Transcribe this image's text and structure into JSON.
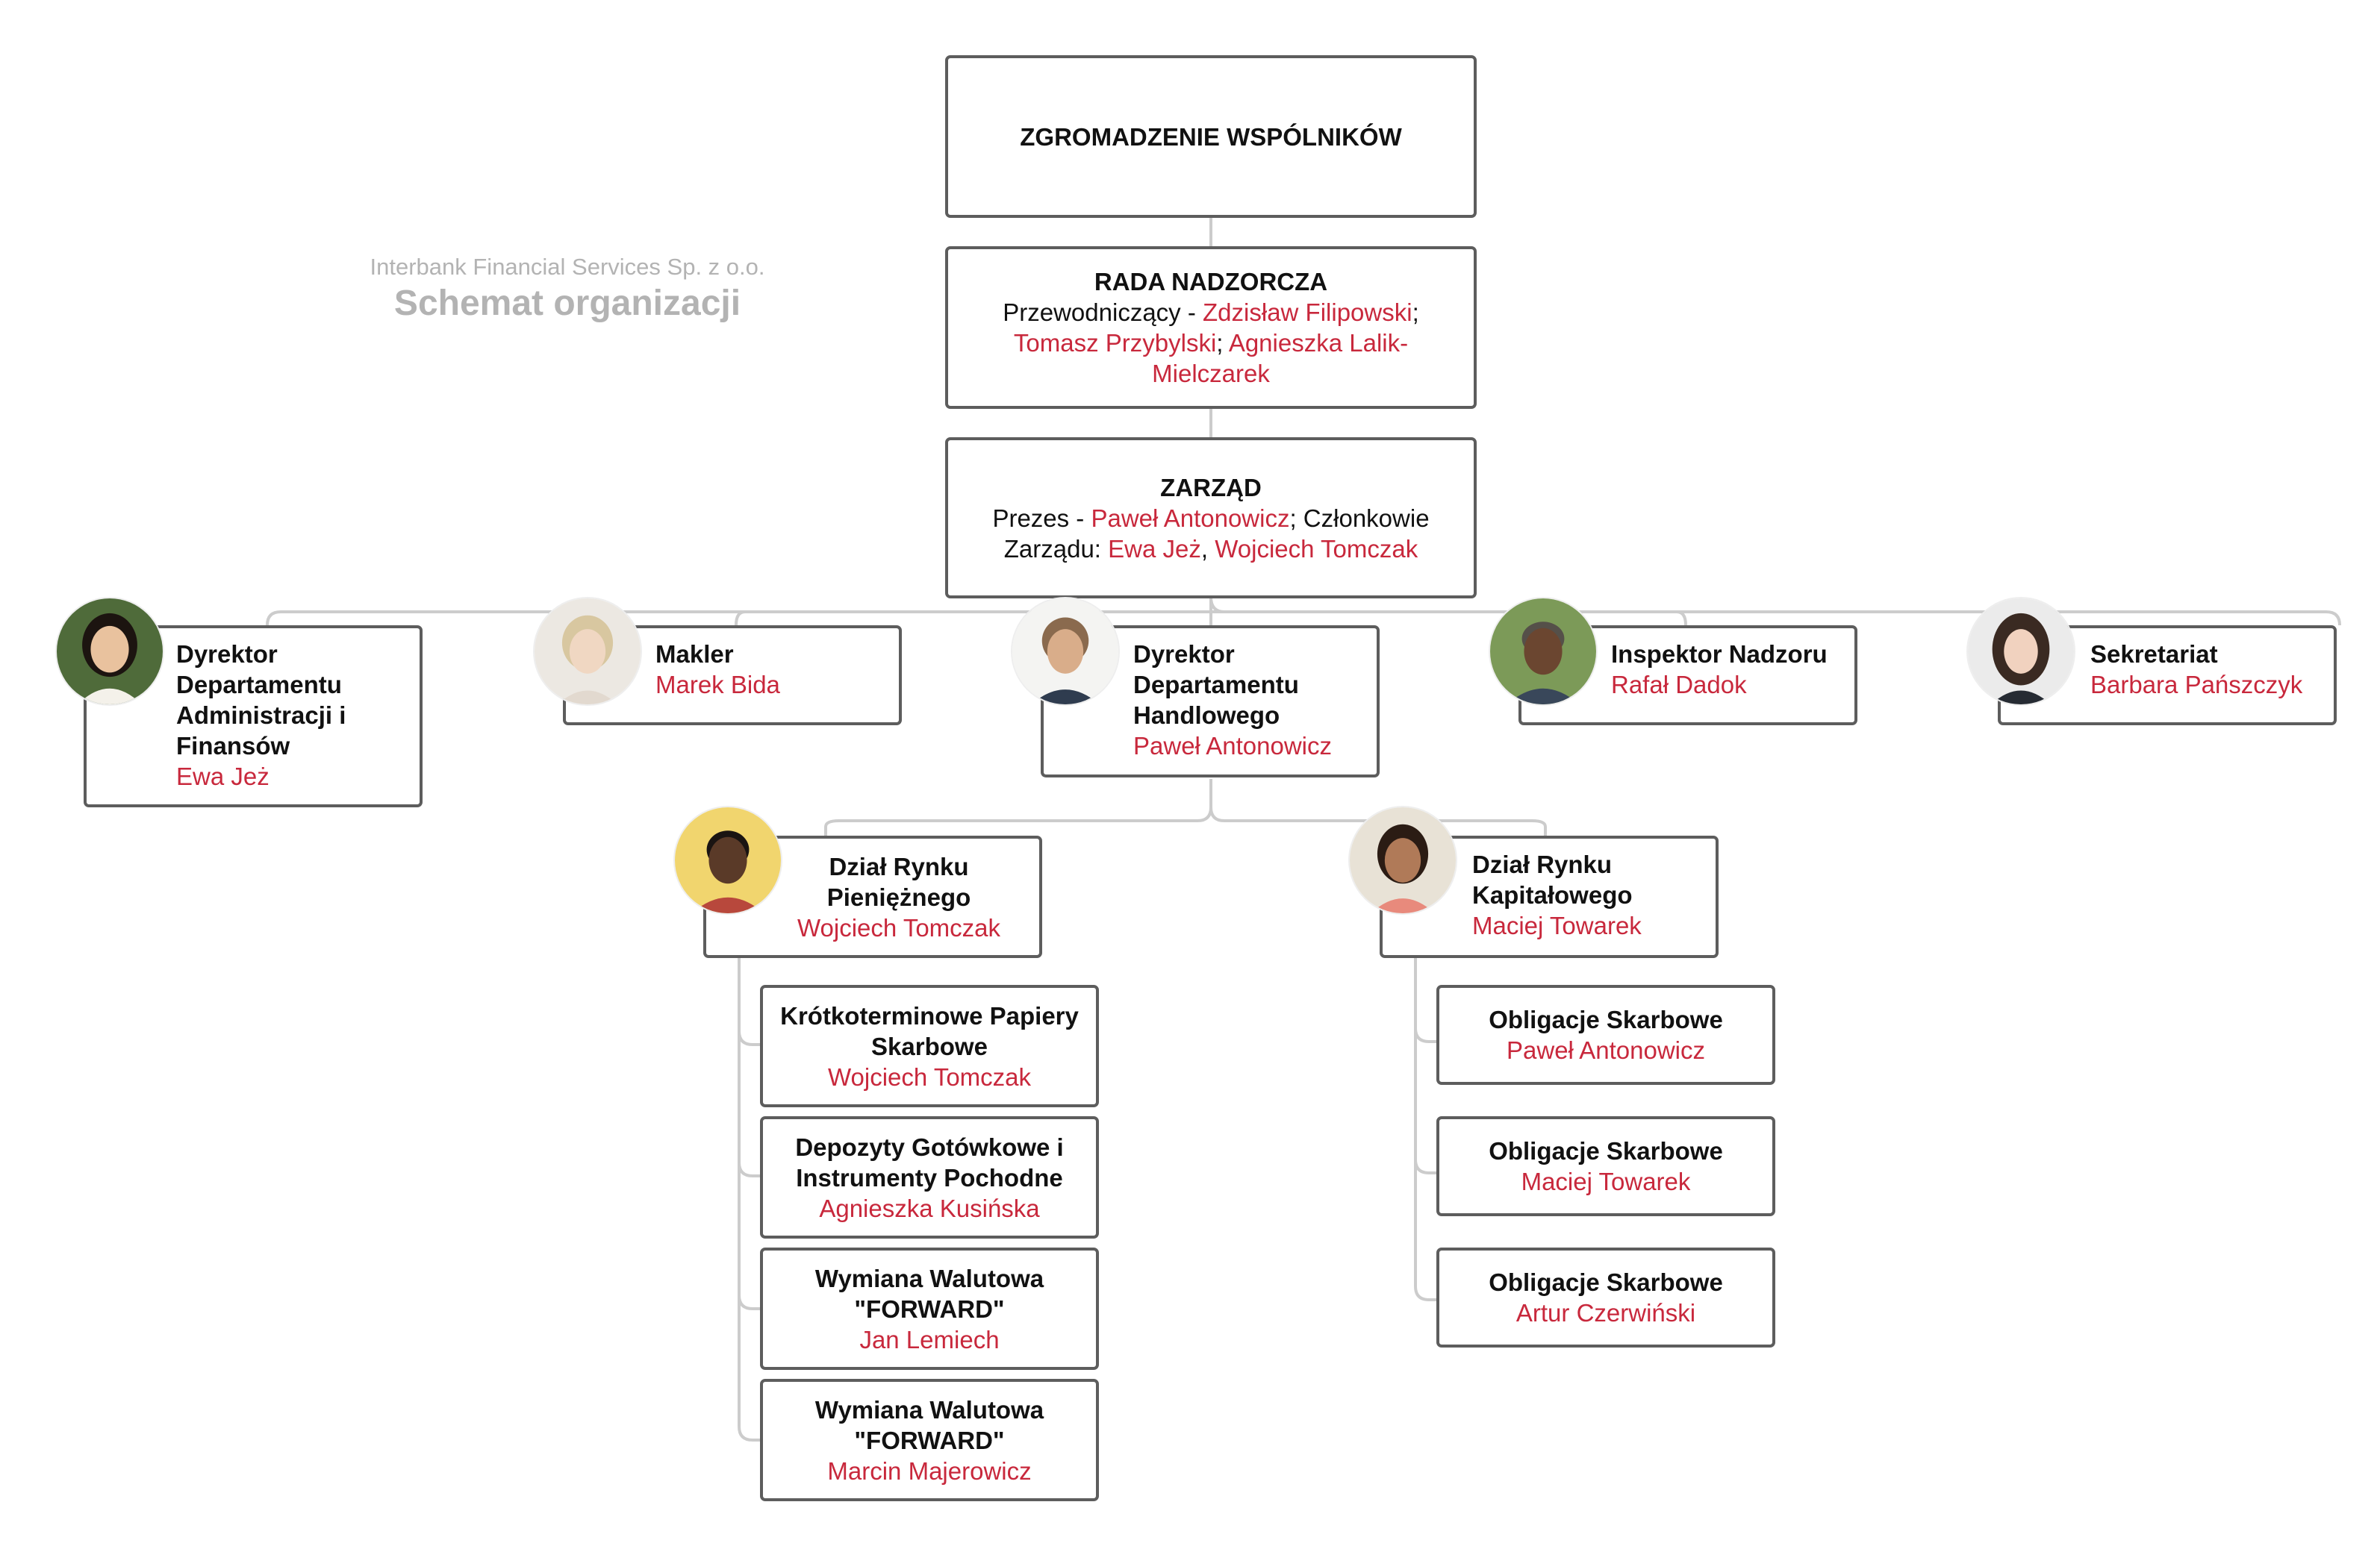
{
  "header": {
    "company": "Interbank Financial Services Sp. z o.o.",
    "title": "Schemat organizacji"
  },
  "assembly": {
    "title": "ZGROMADZENIE WSPÓLNIKÓW"
  },
  "supervisory_board": {
    "title": "RADA NADZORCZA",
    "chair_label": "Przewodniczący - ",
    "chair": "Zdzisław Filipowski",
    "sep1": ";",
    "member1": "Tomasz Przybylski",
    "sep2": "; ",
    "member2_part1": "Agnieszka Lalik-",
    "member2_part2": "Mielczarek"
  },
  "management": {
    "title": "ZARZĄD",
    "president_label": "Prezes - ",
    "president": "Paweł Antonowicz",
    "members_label_part1": "; Członkowie",
    "members_label_part2": "Zarządu: ",
    "member1": "Ewa Jeż",
    "sep": ", ",
    "member2": "Wojciech Tomczak"
  },
  "departments": [
    {
      "title_lines": [
        "Dyrektor",
        "Departamentu",
        "Administracji i",
        "Finansów"
      ],
      "person": "Ewa Jeż"
    },
    {
      "title_lines": [
        "Makler"
      ],
      "person": "Marek Bida"
    },
    {
      "title_lines": [
        "Dyrektor",
        "Departamentu",
        "Handlowego"
      ],
      "person": "Paweł Antonowicz"
    },
    {
      "title_lines": [
        "Inspektor Nadzoru"
      ],
      "person": "Rafał Dadok"
    },
    {
      "title_lines": [
        "Sekretariat"
      ],
      "person": "Barbara Pańszczyk"
    }
  ],
  "divisions": [
    {
      "title_lines": [
        "Dział Rynku",
        "Pieniężnego"
      ],
      "person": "Wojciech Tomczak"
    },
    {
      "title_lines": [
        "Dział Rynku",
        "Kapitałowego"
      ],
      "person": "Maciej Towarek"
    }
  ],
  "money_market_units": [
    {
      "title_lines": [
        "Krótkoterminowe Papiery",
        "Skarbowe"
      ],
      "person": "Wojciech Tomczak"
    },
    {
      "title_lines": [
        "Depozyty Gotówkowe i",
        "Instrumenty Pochodne"
      ],
      "person": "Agnieszka Kusińska"
    },
    {
      "title_lines": [
        "Wymiana Walutowa",
        "\"FORWARD\""
      ],
      "person": "Jan Lemiech"
    },
    {
      "title_lines": [
        "Wymiana Walutowa",
        "\"FORWARD\""
      ],
      "person": "Marcin Majerowicz"
    }
  ],
  "capital_market_units": [
    {
      "title_lines": [
        "Obligacje Skarbowe"
      ],
      "person": "Paweł Antonowicz"
    },
    {
      "title_lines": [
        "Obligacje Skarbowe"
      ],
      "person": "Maciej Towarek"
    },
    {
      "title_lines": [
        "Obligacje Skarbowe"
      ],
      "person": "Artur Czerwiński"
    }
  ],
  "colors": {
    "border": "#5d5d5d",
    "connector": "#cccccc",
    "name": "#c8283c",
    "heading": "#b3b3b3"
  }
}
